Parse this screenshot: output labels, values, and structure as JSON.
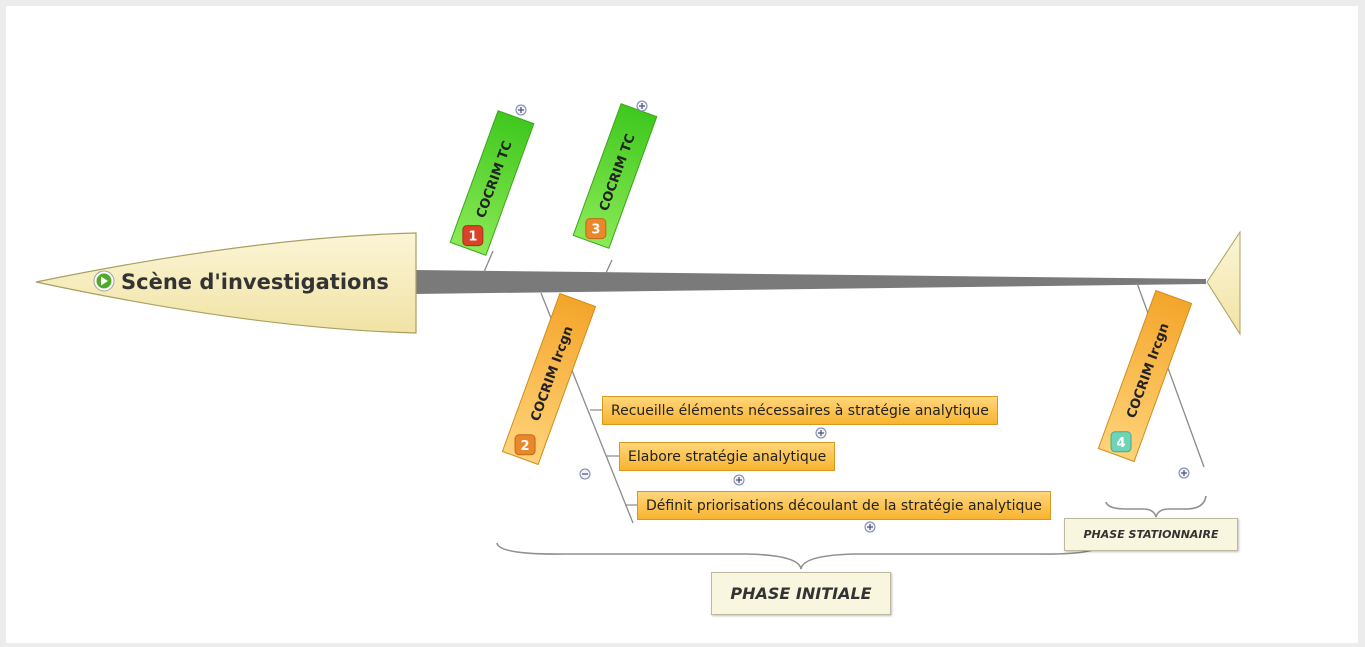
{
  "diagram": {
    "central_topic": "Scène d'investigations",
    "bones": [
      {
        "number": "1",
        "label": "COCRIM TC"
      },
      {
        "number": "3",
        "label": "COCRIM TC"
      },
      {
        "number": "2",
        "label": "COCRIM Ircgn"
      },
      {
        "number": "4",
        "label": "COCRIM Ircgn"
      }
    ],
    "tasks": [
      "Recueille éléments nécessaires à stratégie analytique",
      "Elabore stratégie analytique",
      "Définit priorisations découlant de la stratégie analytique"
    ],
    "phases": {
      "stationnaire": "PHASE STATIONNAIRE",
      "initiale": "PHASE INITIALE"
    },
    "colors": {
      "head_fill": "#f8eec0",
      "spine": "#7a7a7a",
      "green_bone": "#5ad62e",
      "orange_bone": "#f7b23c",
      "badge_red": "#d9432a",
      "badge_orange": "#e8882a",
      "badge_teal": "#6fd3b5"
    }
  }
}
